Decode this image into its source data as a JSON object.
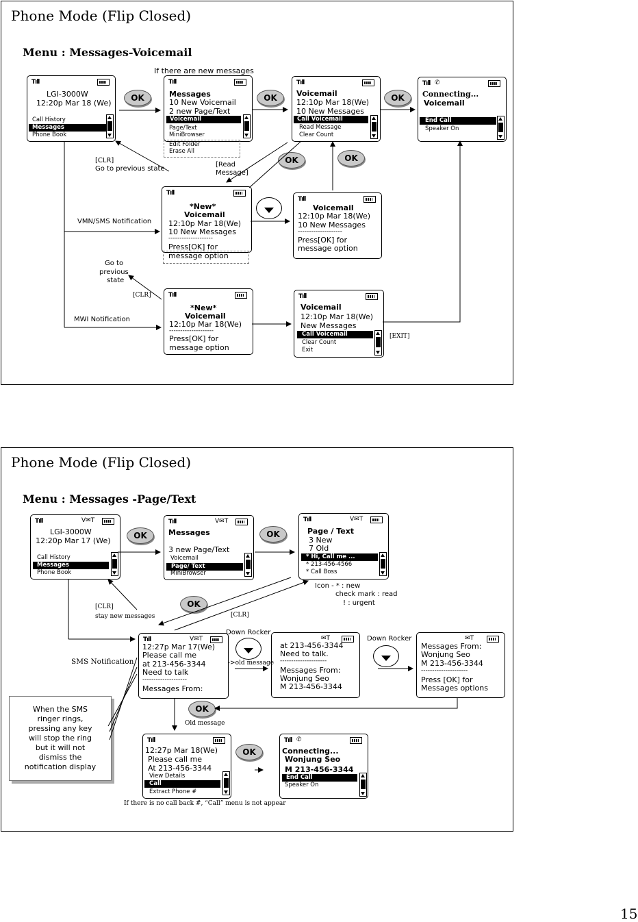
{
  "page_number": "15",
  "panel1": {
    "title": "Phone Mode (Flip Closed)",
    "menu": "Menu : Messages-Voicemail",
    "top_note": "If there are new messages",
    "ok": "OK",
    "s1": {
      "model": "LGI-3000W",
      "time": "12:20p Mar 18 (We)",
      "items": [
        "Call History",
        "Messages",
        "Phone Book"
      ]
    },
    "s2": {
      "title": "Messages",
      "l1": "10 New Voicemail",
      "l2": "2 new Page/Text",
      "items": [
        "Voicemail",
        "Page/Text",
        "MiniBrowser"
      ],
      "extra": [
        "Edit Folder",
        "Erase All"
      ]
    },
    "s3": {
      "title": "Voicemail",
      "l1": "12:10p Mar 18(We)",
      "l2": "10 New Messages",
      "items": [
        "Call Voicemail",
        "Read Message",
        "Clear Count"
      ]
    },
    "s4": {
      "title": "Connecting...",
      "sub": "Voicemail",
      "items": [
        "End Call",
        "Speaker On"
      ]
    },
    "s5": {
      "title": "*New*",
      "sub": "Voicemail",
      "l1": "12:10p Mar 18(We)",
      "l2": "10 New Messages",
      "dashes": "--------------------",
      "l3": "Press[OK] for",
      "l4": "message option"
    },
    "s6": {
      "title": "Voicemail",
      "l1": "12:10p Mar 18(We)",
      "l2": "10 New Messages",
      "dashes": "--------------------",
      "l3": "Press[OK] for",
      "l4": "message option"
    },
    "s7": {
      "title": "*New*",
      "sub": "Voicemail",
      "l1": "12:10p Mar 18(We)",
      "dashes": "--------------------",
      "l3": "Press[OK] for",
      "l4": "message option"
    },
    "s8": {
      "title": "Voicemail",
      "l1": "12:10p Mar 18(We)",
      "l2": "New Messages",
      "items": [
        "Call Voicemail",
        "Clear Count",
        "Exit"
      ]
    },
    "labels": {
      "clr1": "[CLR]",
      "clr1b": "Go to previous state",
      "read1": "[Read",
      "read2": "Message]",
      "vmn": "VMN/SMS Notification",
      "goto1": "Go to",
      "goto2": "previous",
      "goto3": "state",
      "clr2": "[CLR]",
      "mwi": "MWI Notification",
      "exit": "[EXIT]"
    }
  },
  "panel2": {
    "title": "Phone Mode (Flip Closed)",
    "menu": "Menu : Messages -Page/Text",
    "ok": "OK",
    "s1": {
      "model": "LGI-3000W",
      "time": "12:20p Mar 17 (We)",
      "items": [
        "Call History",
        "Messages",
        "Phone Book"
      ]
    },
    "s2": {
      "title": "Messages",
      "l1": "3 new Page/Text",
      "items": [
        "Voicemail",
        "Page/ Text",
        "MiniBrowser"
      ]
    },
    "s3": {
      "title": "Page /  Text",
      "l1": "3 New",
      "l2": "7 Old",
      "items": [
        "*  Hi, Call me ...",
        "*  213-456-4566",
        "*  Call Boss"
      ]
    },
    "icon_note": [
      "Icon - *  : new",
      "check mark : read",
      "!  : urgent"
    ],
    "s4": {
      "l1": "12:27p Mar 17(We)",
      "l2": "Please call me",
      "l3": "at 213-456-3344",
      "l4": "Need to talk",
      "dashes": "--------------------",
      "l5": "Messages From:"
    },
    "s5": {
      "l1": "at 213-456-3344",
      "l2": "Need to talk.",
      "dashes": "---------------------",
      "l3": "Messages From:",
      "l4": "Wonjung Seo",
      "l5": "M 213-456-3344"
    },
    "s6": {
      "l1": "Messages From:",
      "l2": "Wonjung Seo",
      "l3": "M 213-456-3344",
      "dashes": "---------------------",
      "l4": "Press [OK] for",
      "l5": "Messages options"
    },
    "s7": {
      "l1": "12:27p Mar 18(We)",
      "l2": "Please call me",
      "l3": "At 213-456-3344",
      "items": [
        "View Details",
        "Call",
        "Extract Phone #"
      ]
    },
    "s8": {
      "title": "Connecting...",
      "l1": "Wonjung Seo",
      "l2": "M 213-456-3344",
      "items": [
        "End Call",
        "Speaker On"
      ]
    },
    "labels": {
      "clr1": "[CLR]",
      "clr1b": "stay new messages",
      "clr2": "[CLR]",
      "sms": "SMS Notification",
      "down1": "Down Rocker",
      "old1": "->old  message",
      "down2": "Down Rocker",
      "old2": "Old message",
      "bottom": "If there is no call back #, “Call” menu is not appear"
    },
    "note": [
      "When the SMS",
      "ringer rings,",
      "pressing any key",
      "will stop the ring",
      "but it will not",
      "dismiss the",
      "notification display"
    ]
  }
}
